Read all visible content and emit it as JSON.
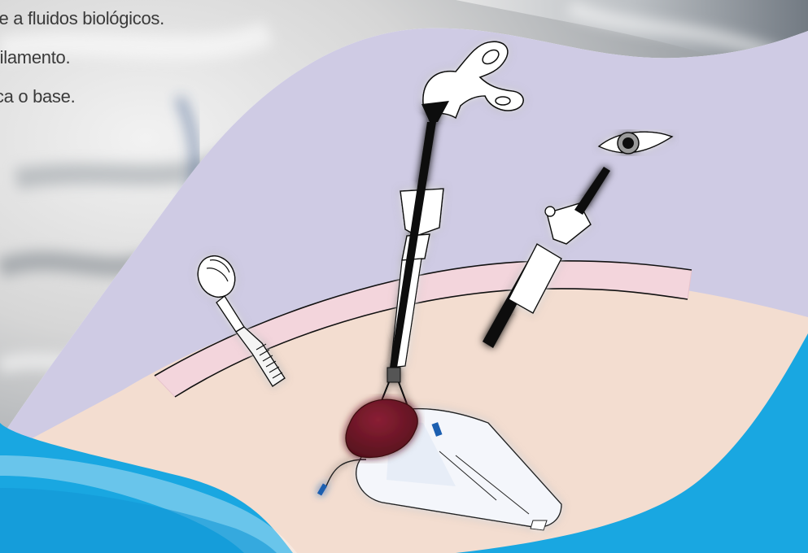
{
  "text_lines": [
    "able a fluidos biológicos.",
    "nofilamento.",
    "boca o base."
  ],
  "colors": {
    "abdominal_cavity": "#cfcbe4",
    "abdominal_wall": "#f3d5dc",
    "tissue": "#f3ddd0",
    "wave_accent": "#19a7e1",
    "organ_specimen": "#6d1627",
    "instrument_dark": "#111111",
    "bag_outline": "#222222",
    "bag_tab": "#1f5fb0"
  },
  "icons": {
    "eye": "eye-icon",
    "grasper_handle": "scissor-handle-icon"
  }
}
